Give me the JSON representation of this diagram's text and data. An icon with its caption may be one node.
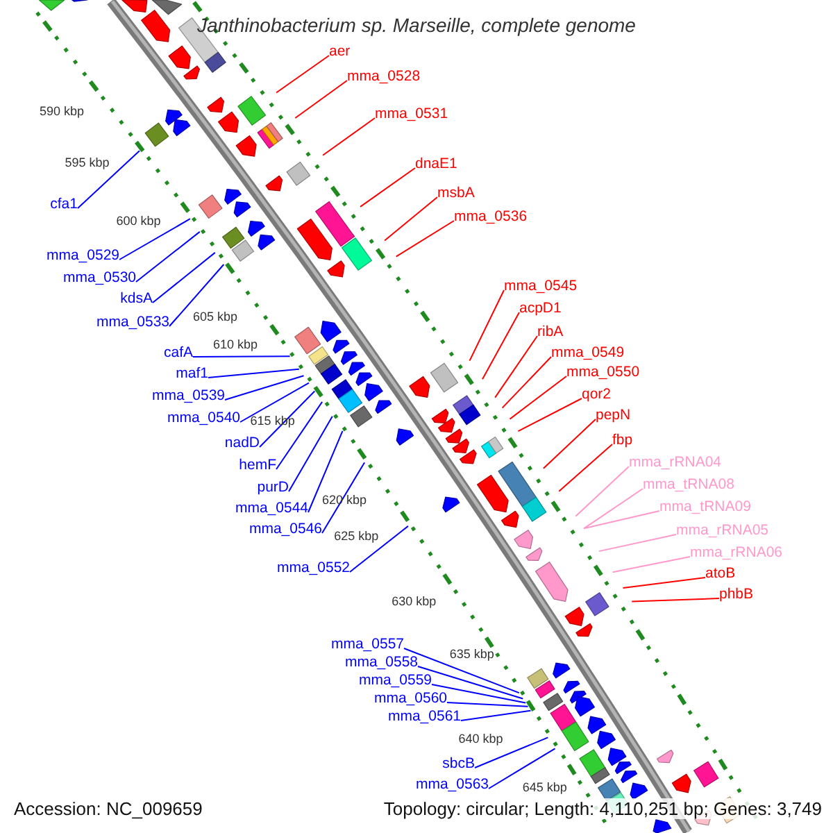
{
  "diagram": {
    "title": "Janthinobacterium sp. Marseille, complete genome",
    "nodes": [
      {
        "text": [
          "aer"
        ]
      },
      {
        "text": [
          "mma_0528"
        ]
      },
      {
        "text": [
          "mma_0531"
        ]
      },
      {
        "text": [
          "dnaE1"
        ]
      },
      {
        "text": [
          "msbA"
        ]
      },
      {
        "text": [
          "cfa1"
        ]
      },
      {
        "text": [
          "mma_0536"
        ]
      },
      {
        "text": [
          "mma_0529"
        ]
      },
      {
        "text": [
          "mma_0530"
        ]
      },
      {
        "text": [
          "mma_0545"
        ]
      },
      {
        "text": [
          "kdsA"
        ]
      },
      {
        "text": [
          "acpD1"
        ]
      },
      {
        "text": [
          "mma_0533"
        ]
      },
      {
        "text": [
          "ribA"
        ]
      },
      {
        "text": [
          "cafA"
        ]
      },
      {
        "text": [
          "mma_0549"
        ]
      },
      {
        "text": [
          "mma_0550"
        ]
      },
      {
        "text": [
          "maf1"
        ]
      },
      {
        "text": [
          "qor2"
        ]
      },
      {
        "text": [
          "mma_0539"
        ]
      },
      {
        "text": [
          "pepN"
        ]
      },
      {
        "text": [
          "mma_0540"
        ]
      },
      {
        "text": [
          "fbp"
        ]
      },
      {
        "text": [
          "nadD"
        ]
      },
      {
        "text": [
          "mma_rRNA04"
        ]
      },
      {
        "text": [
          "hemF"
        ]
      },
      {
        "text": [
          "mma_tRNA08"
        ]
      },
      {
        "text": [
          "purD"
        ]
      },
      {
        "text": [
          "mma_tRNA09"
        ]
      },
      {
        "text": [
          "mma_0544"
        ]
      },
      {
        "text": [
          "mma_0546"
        ]
      },
      {
        "text": [
          "mma_rRNA05"
        ]
      },
      {
        "text": [
          "mma_rRNA06"
        ]
      },
      {
        "text": [
          "mma_0552"
        ]
      },
      {
        "text": [
          "atoB"
        ]
      },
      {
        "text": [
          "phbB"
        ]
      },
      {
        "text": [
          "mma_0557"
        ]
      },
      {
        "text": [
          "mma_0558"
        ]
      },
      {
        "text": [
          "mma_0559"
        ]
      },
      {
        "text": [
          "mma_0560"
        ]
      },
      {
        "text": [
          "mma_0561"
        ]
      },
      {
        "text": [
          "sbcB"
        ]
      },
      {
        "text": [
          "mma_0563"
        ]
      }
    ],
    "edges": [
      {
        "from": 0,
        "to": null,
        "arrow": "none",
        "color": "#ff0000"
      },
      {
        "from": 1,
        "to": null,
        "arrow": "none",
        "color": "#ff0000"
      },
      {
        "from": 2,
        "to": null,
        "arrow": "none",
        "color": "#ff0000"
      },
      {
        "from": 3,
        "to": null,
        "arrow": "none",
        "color": "#ff0000"
      },
      {
        "from": 4,
        "to": null,
        "arrow": "none",
        "color": "#ff0000"
      },
      {
        "from": 5,
        "to": null,
        "arrow": "none"
      },
      {
        "from": 6,
        "to": null,
        "arrow": "none",
        "color": "#ff0000"
      },
      {
        "from": 7,
        "to": null,
        "arrow": "none"
      },
      {
        "from": 8,
        "to": null,
        "arrow": "none"
      },
      {
        "from": 9,
        "to": null,
        "arrow": "none",
        "color": "#ff0000"
      },
      {
        "from": 10,
        "to": null,
        "arrow": "none"
      },
      {
        "from": 11,
        "to": null,
        "arrow": "none",
        "color": "#ff0000"
      },
      {
        "from": 12,
        "to": null,
        "arrow": "none"
      },
      {
        "from": 13,
        "to": null,
        "arrow": "none",
        "color": "#ff0000"
      },
      {
        "from": 14,
        "to": null,
        "arrow": "none"
      },
      {
        "from": 15,
        "to": null,
        "arrow": "none",
        "color": "#ff0000"
      },
      {
        "from": 16,
        "to": null,
        "arrow": "none",
        "color": "#ff0000"
      },
      {
        "from": 17,
        "to": null,
        "arrow": "none"
      },
      {
        "from": 18,
        "to": null,
        "arrow": "none",
        "color": "#ff0000"
      },
      {
        "from": 19,
        "to": null,
        "arrow": "none"
      },
      {
        "from": 20,
        "to": null,
        "arrow": "none",
        "color": "#ff0000"
      },
      {
        "from": 21,
        "to": null,
        "arrow": "none"
      },
      {
        "from": 22,
        "to": null,
        "arrow": "none",
        "color": "#ff0000"
      },
      {
        "from": 23,
        "to": null,
        "arrow": "none"
      },
      {
        "from": 24,
        "to": null,
        "arrow": "none",
        "color": "#ff99cc"
      },
      {
        "from": 25,
        "to": null,
        "arrow": "none"
      },
      {
        "from": 26,
        "to": null,
        "arrow": "none",
        "color": "#ff99cc"
      },
      {
        "from": 27,
        "to": null,
        "arrow": "none"
      },
      {
        "from": 28,
        "to": null,
        "arrow": "none",
        "color": "#ff99cc"
      },
      {
        "from": 29,
        "to": null,
        "arrow": "none"
      },
      {
        "from": 30,
        "to": null,
        "arrow": "none"
      },
      {
        "from": 31,
        "to": null,
        "arrow": "none",
        "color": "#ff99cc"
      },
      {
        "from": 32,
        "to": null,
        "arrow": "none",
        "color": "#ff99cc"
      },
      {
        "from": 33,
        "to": null,
        "arrow": "none"
      },
      {
        "from": 34,
        "to": null,
        "arrow": "none",
        "color": "#ff0000"
      },
      {
        "from": 35,
        "to": null,
        "arrow": "none",
        "color": "#ff0000"
      },
      {
        "from": 36,
        "to": null,
        "arrow": "none"
      },
      {
        "from": 37,
        "to": null,
        "arrow": "none"
      },
      {
        "from": 38,
        "to": null,
        "arrow": "none"
      },
      {
        "from": 39,
        "to": null,
        "arrow": "none"
      },
      {
        "from": 40,
        "to": null,
        "arrow": "none"
      },
      {
        "from": 41,
        "to": null,
        "arrow": "none"
      },
      {
        "from": 42,
        "to": null,
        "arrow": "none"
      }
    ],
    "labels": [
      "590 kbp",
      "595 kbp",
      "600 kbp",
      "605 kbp",
      "610 kbp",
      "615 kbp",
      "620 kbp",
      "625 kbp",
      "630 kbp",
      "635 kbp",
      "640 kbp",
      "645 kbp",
      "Accession: NC_009659",
      "Topology: circular; Length: 4,110,251 bp; Genes: 3,749"
    ]
  }
}
